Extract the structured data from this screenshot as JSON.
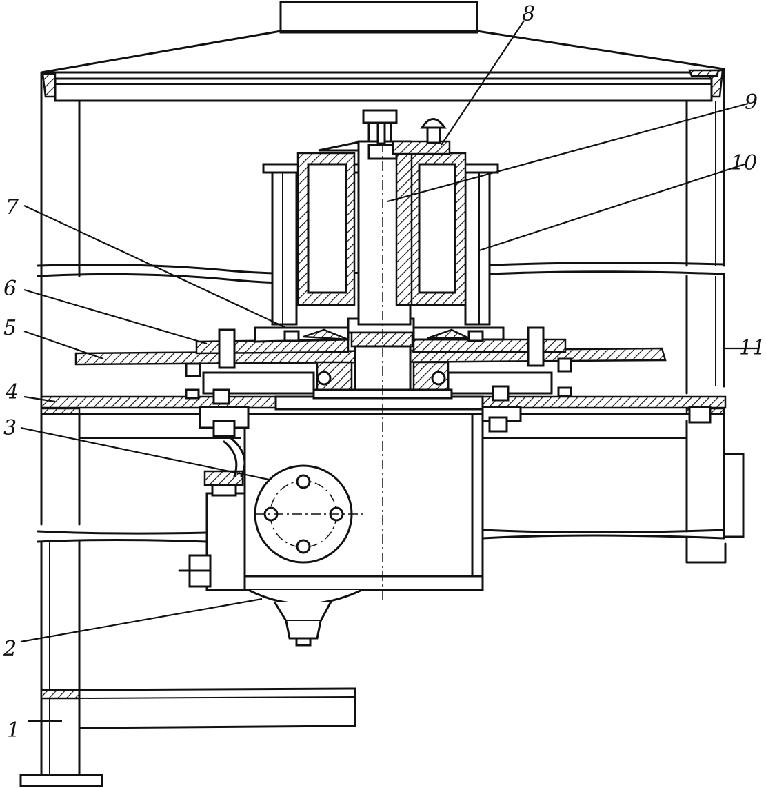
{
  "labels": [
    {
      "id": "1",
      "text": "1"
    },
    {
      "id": "2",
      "text": "2"
    },
    {
      "id": "3",
      "text": "3"
    },
    {
      "id": "4",
      "text": "4"
    },
    {
      "id": "5",
      "text": "5"
    },
    {
      "id": "6",
      "text": "6"
    },
    {
      "id": "7",
      "text": "7"
    },
    {
      "id": "8",
      "text": "8"
    },
    {
      "id": "9",
      "text": "9"
    },
    {
      "id": "10",
      "text": "10"
    },
    {
      "id": "11",
      "text": "11"
    }
  ]
}
